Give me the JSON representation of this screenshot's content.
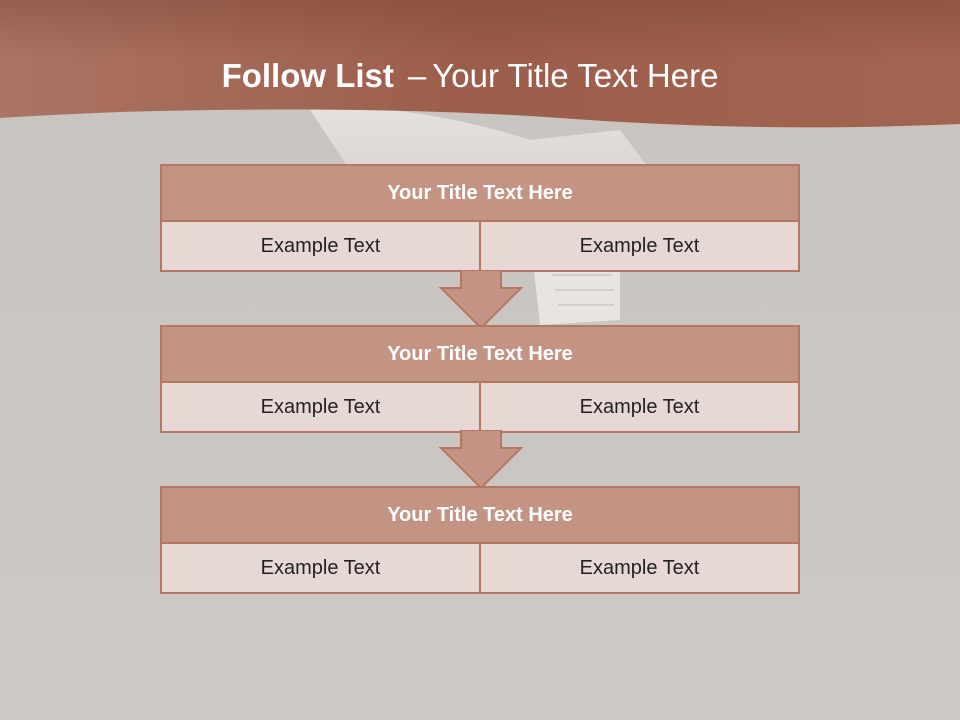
{
  "slide": {
    "title_strong": "Follow List",
    "title_dash": "–",
    "title_rest": "Your Title Text Here"
  },
  "colors": {
    "header": "#a5624f",
    "box_title": "#c39483",
    "box_cell": "#e7d8d5",
    "border": "#b47764",
    "background": "#cac6c2"
  },
  "steps": [
    {
      "title": "Your Title Text Here",
      "left": "Example Text",
      "right": "Example Text"
    },
    {
      "title": "Your Title Text Here",
      "left": "Example Text",
      "right": "Example Text"
    },
    {
      "title": "Your Title Text Here",
      "left": "Example Text",
      "right": "Example Text"
    }
  ]
}
